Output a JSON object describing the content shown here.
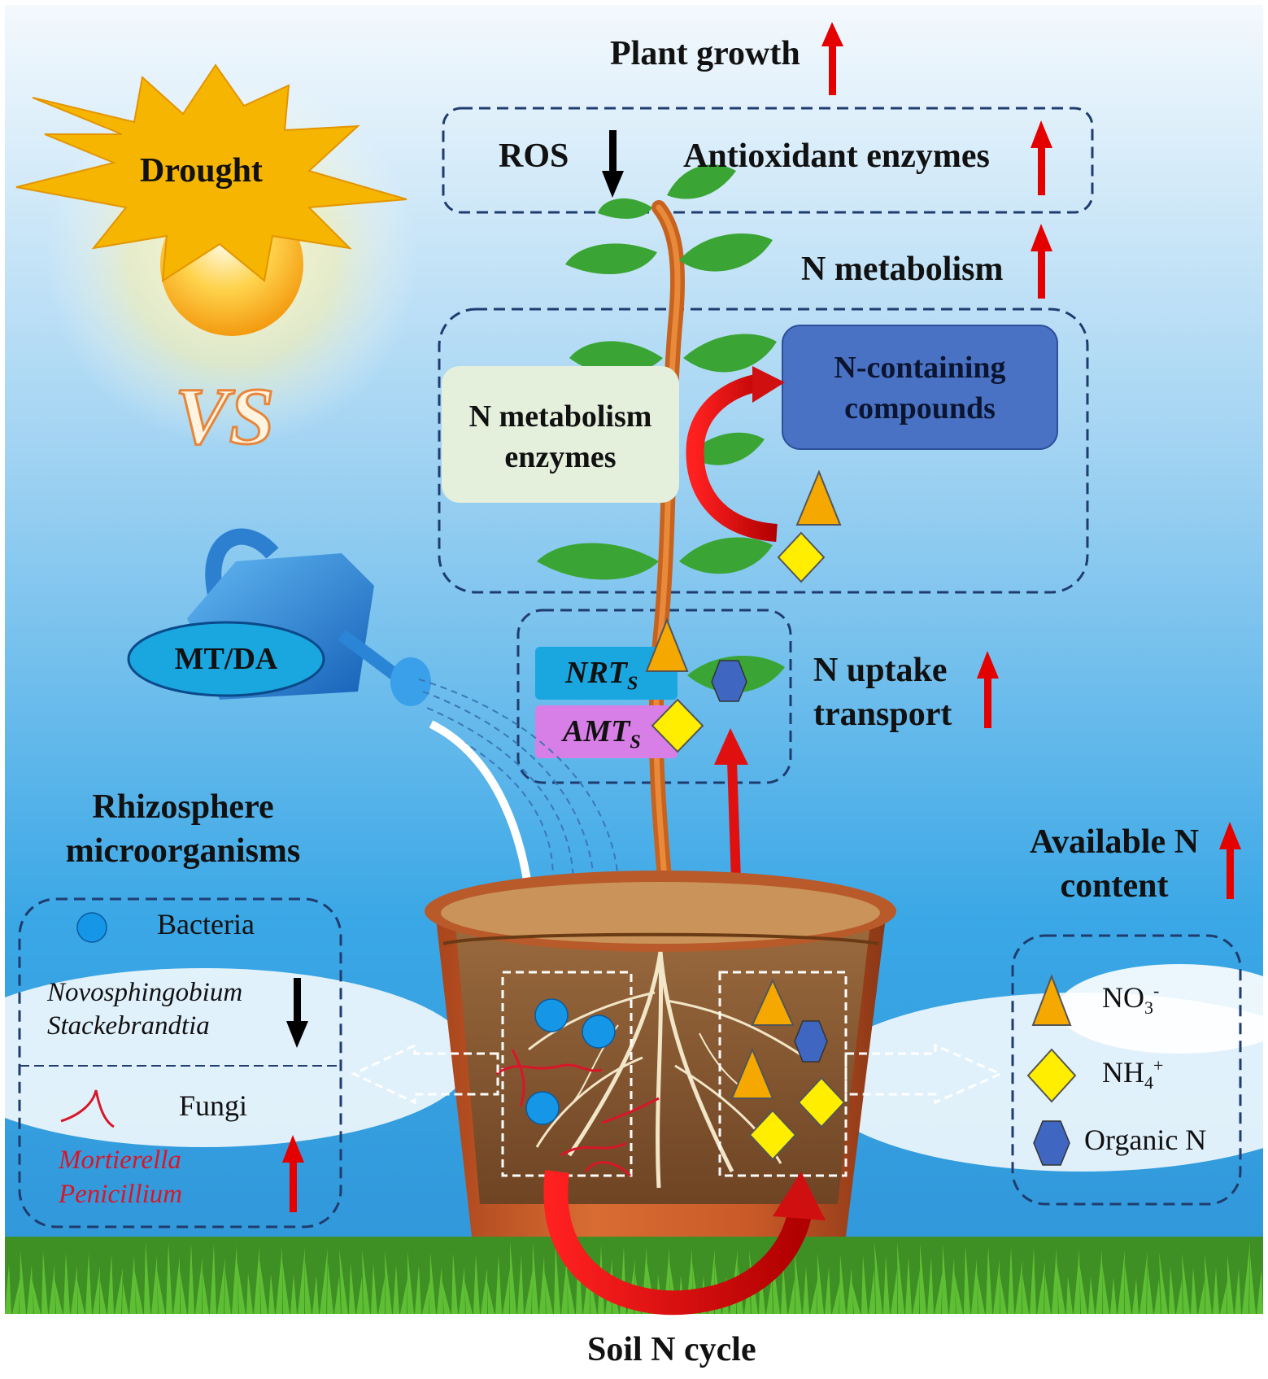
{
  "labels": {
    "plant_growth": "Plant growth",
    "ros": "ROS",
    "antioxidant": "Antioxidant enzymes",
    "drought": "Drought",
    "vs": "VS",
    "n_metabolism": "N metabolism",
    "n_metabolism_enzymes_1": "N metabolism",
    "n_metabolism_enzymes_2": "enzymes",
    "n_containing_1": "N-containing",
    "n_containing_2": "compounds",
    "mt_da": "MT/DA",
    "nrt": "NRT",
    "nrt_sub": "S",
    "amt": "AMT",
    "amt_sub": "S",
    "n_uptake_1": "N uptake",
    "n_uptake_2": "transport",
    "rhizo_1": "Rhizosphere",
    "rhizo_2": "microorganisms",
    "bacteria": "Bacteria",
    "novo": "Novosphingobium",
    "stacke": "Stackebrandtia",
    "fungi": "Fungi",
    "mortierella": "Mortierella",
    "penicillium": "Penicillium",
    "available_1": "Available N",
    "available_2": "content",
    "no3": "NO",
    "no3_sub": "3",
    "no3_sup": "-",
    "nh4": "NH",
    "nh4_sub": "4",
    "nh4_sup": "+",
    "organic_n": "Organic N",
    "soil_cycle": "Soil N cycle"
  },
  "colors": {
    "up_arrow": "#e50000",
    "down_arrow": "#000000",
    "box_border": "#1f3c6e",
    "n_compounds_fill": "#4a72c4",
    "enzymes_fill": "#e4efdc",
    "nrt_fill": "#1aa7e0",
    "amt_fill": "#d77fe6",
    "triangle": "#f5a800",
    "diamond": "#ffee00",
    "hexagon": "#3f66c0",
    "bacteria_dot": "#1596e6",
    "fungi_line": "#d8162a"
  },
  "icons": [
    "sun-icon",
    "watering-can-icon",
    "plant-icon",
    "pot-icon",
    "grass-icon"
  ]
}
